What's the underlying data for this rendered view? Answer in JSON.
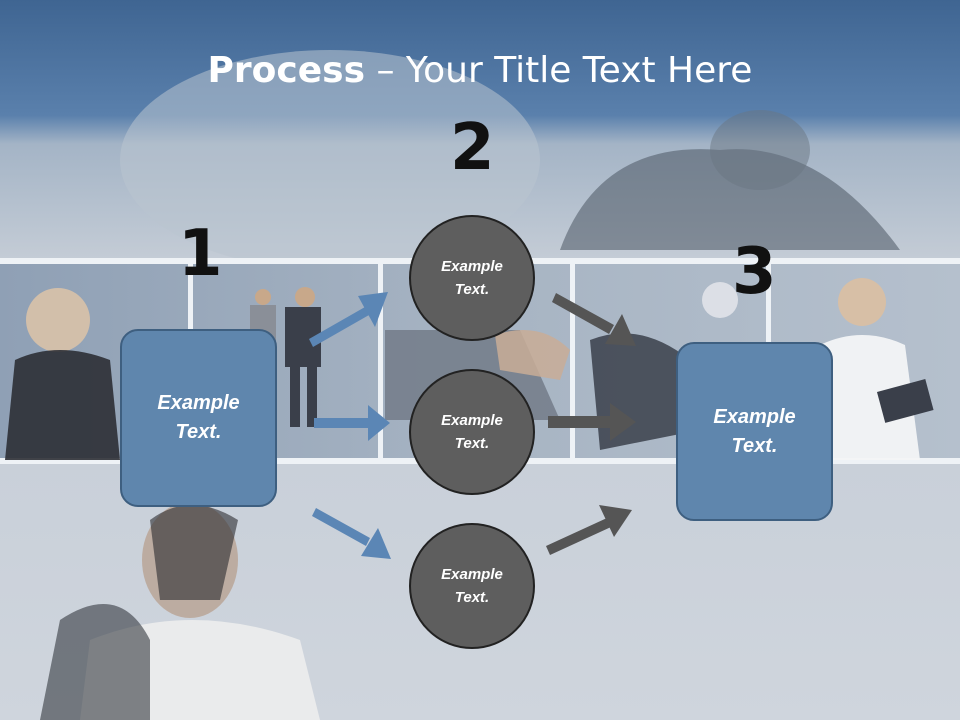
{
  "title": {
    "bold": "Process",
    "rest": " – Your Title Text Here"
  },
  "steps": {
    "one": "1",
    "two": "2",
    "three": "3"
  },
  "left_box": {
    "line1": "Example",
    "line2": "Text."
  },
  "circles": [
    {
      "line1": "Example",
      "line2": "Text."
    },
    {
      "line1": "Example",
      "line2": "Text."
    },
    {
      "line1": "Example",
      "line2": "Text."
    }
  ],
  "right_box": {
    "line1": "Example",
    "line2": "Text."
  },
  "colors": {
    "title_bar": "#4d72a0",
    "box_fill": "#5f86ad",
    "circle_fill": "#5e5e5e",
    "blue_arrow": "#5b86b5",
    "gray_arrow": "#555555"
  }
}
